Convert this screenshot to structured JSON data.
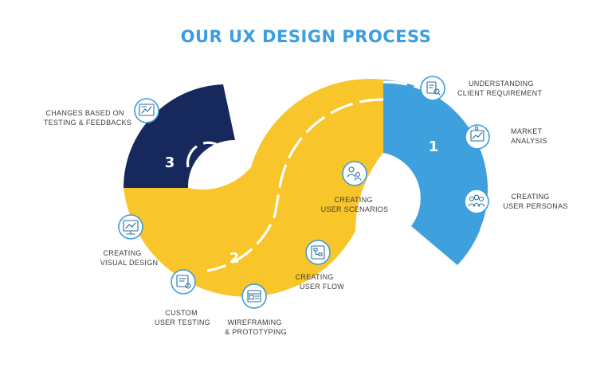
{
  "title": "OUR UX DESIGN PROCESS",
  "colors": {
    "title": "#3a9ee0",
    "stage1": "#3ea0dc",
    "stage2": "#f8c52a",
    "stage3": "#17285c",
    "icon_ring": "#3a9ee0",
    "text": "#3b3b3b"
  },
  "stages": [
    {
      "number": "1",
      "color": "stage1"
    },
    {
      "number": "2",
      "color": "stage2"
    },
    {
      "number": "3",
      "color": "stage3"
    }
  ],
  "steps": [
    {
      "icon": "document-search-icon",
      "lines": [
        "UNDERSTANDING",
        "CLIENT REQUIREMENT"
      ]
    },
    {
      "icon": "market-chart-icon",
      "lines": [
        "MARKET",
        "ANALYSIS"
      ]
    },
    {
      "icon": "users-group-icon",
      "lines": [
        "CREATING",
        "USER PERSONAS"
      ]
    },
    {
      "icon": "user-scenario-icon",
      "lines": [
        "CREATING",
        "USER SCENARIOS"
      ]
    },
    {
      "icon": "flow-chart-icon",
      "lines": [
        "CREATING",
        "USER FLOW"
      ]
    },
    {
      "icon": "wireframe-icon",
      "lines": [
        "WIREFRAMING",
        "& PROTOTYPING"
      ]
    },
    {
      "icon": "user-testing-icon",
      "lines": [
        "CUSTOM",
        "USER TESTING"
      ]
    },
    {
      "icon": "monitor-design-icon",
      "lines": [
        "CREATING",
        "VISUAL DESIGN"
      ]
    },
    {
      "icon": "feedback-board-icon",
      "lines": [
        "CHANGES BASED ON",
        "TESTING & FEEDBACKS"
      ]
    }
  ]
}
